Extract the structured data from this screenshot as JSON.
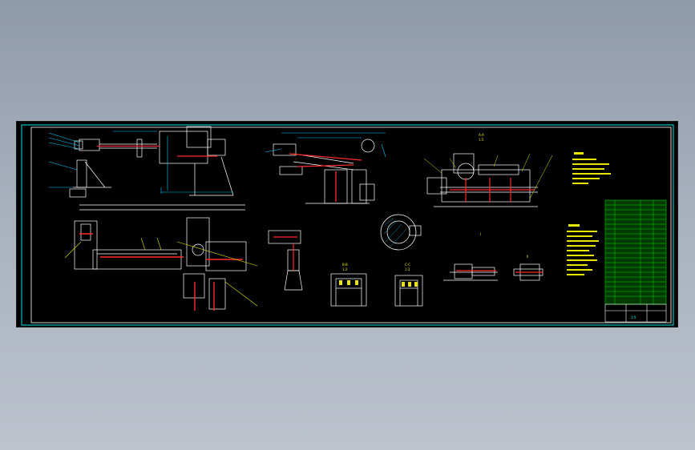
{
  "colors": {
    "background_top": "#8f9aaa",
    "background_bottom": "#bcc3cd",
    "sheet": "#000000",
    "frame": "#00e5e5",
    "outline": "#ffffff",
    "dimension": "#00c8ff",
    "note": "#e6e600",
    "red_section": "#ff2a2a",
    "centerline": "#ff3030",
    "title_block": "#00d000"
  },
  "drawing": {
    "view_labels": {
      "section_aa": "A-A",
      "scale_a": "1:5",
      "section_bb": "B-B",
      "scale_b": "1:2",
      "section_cc": "C-C",
      "scale_c": "1:2",
      "detail_i": "I",
      "detail_ii": "II"
    },
    "sheet_scale": "1:5"
  }
}
